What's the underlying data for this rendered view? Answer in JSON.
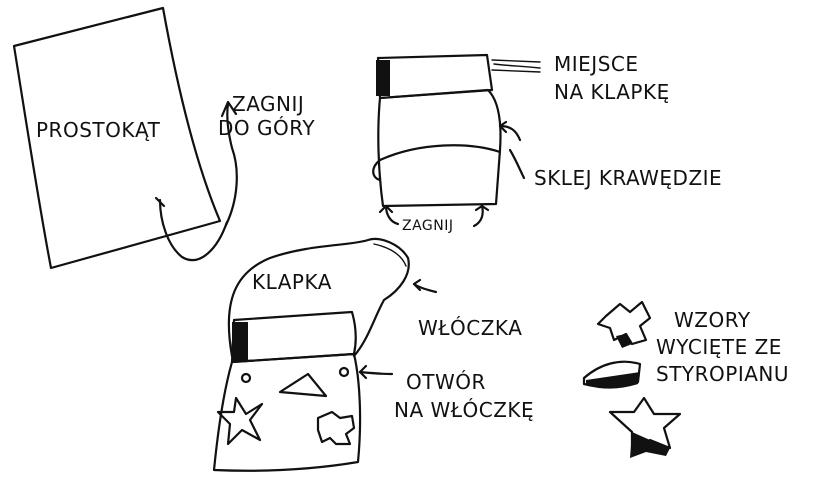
{
  "labels": {
    "rectangle": "PROSTOKĄT",
    "fold_up_line1": "ZAGNIJ",
    "fold_up_line2": "DO GÓRY",
    "flap_place_line1": "MIEJSCE",
    "flap_place_line2": "NA KLAPKĘ",
    "glue_edges": "SKLEJ KRAWĘDZIE",
    "fold": "ZAGNIJ",
    "flap": "KLAPKA",
    "yarn": "WŁÓCZKA",
    "hole_line1": "OTWÓR",
    "hole_line2": "NA WŁÓCZKĘ",
    "patterns_line1": "WZORY",
    "patterns_line2": "WYCIĘTE ZE",
    "patterns_line3": "STYROPIANU"
  },
  "colors": {
    "ink": "#111111",
    "background": "#ffffff"
  }
}
